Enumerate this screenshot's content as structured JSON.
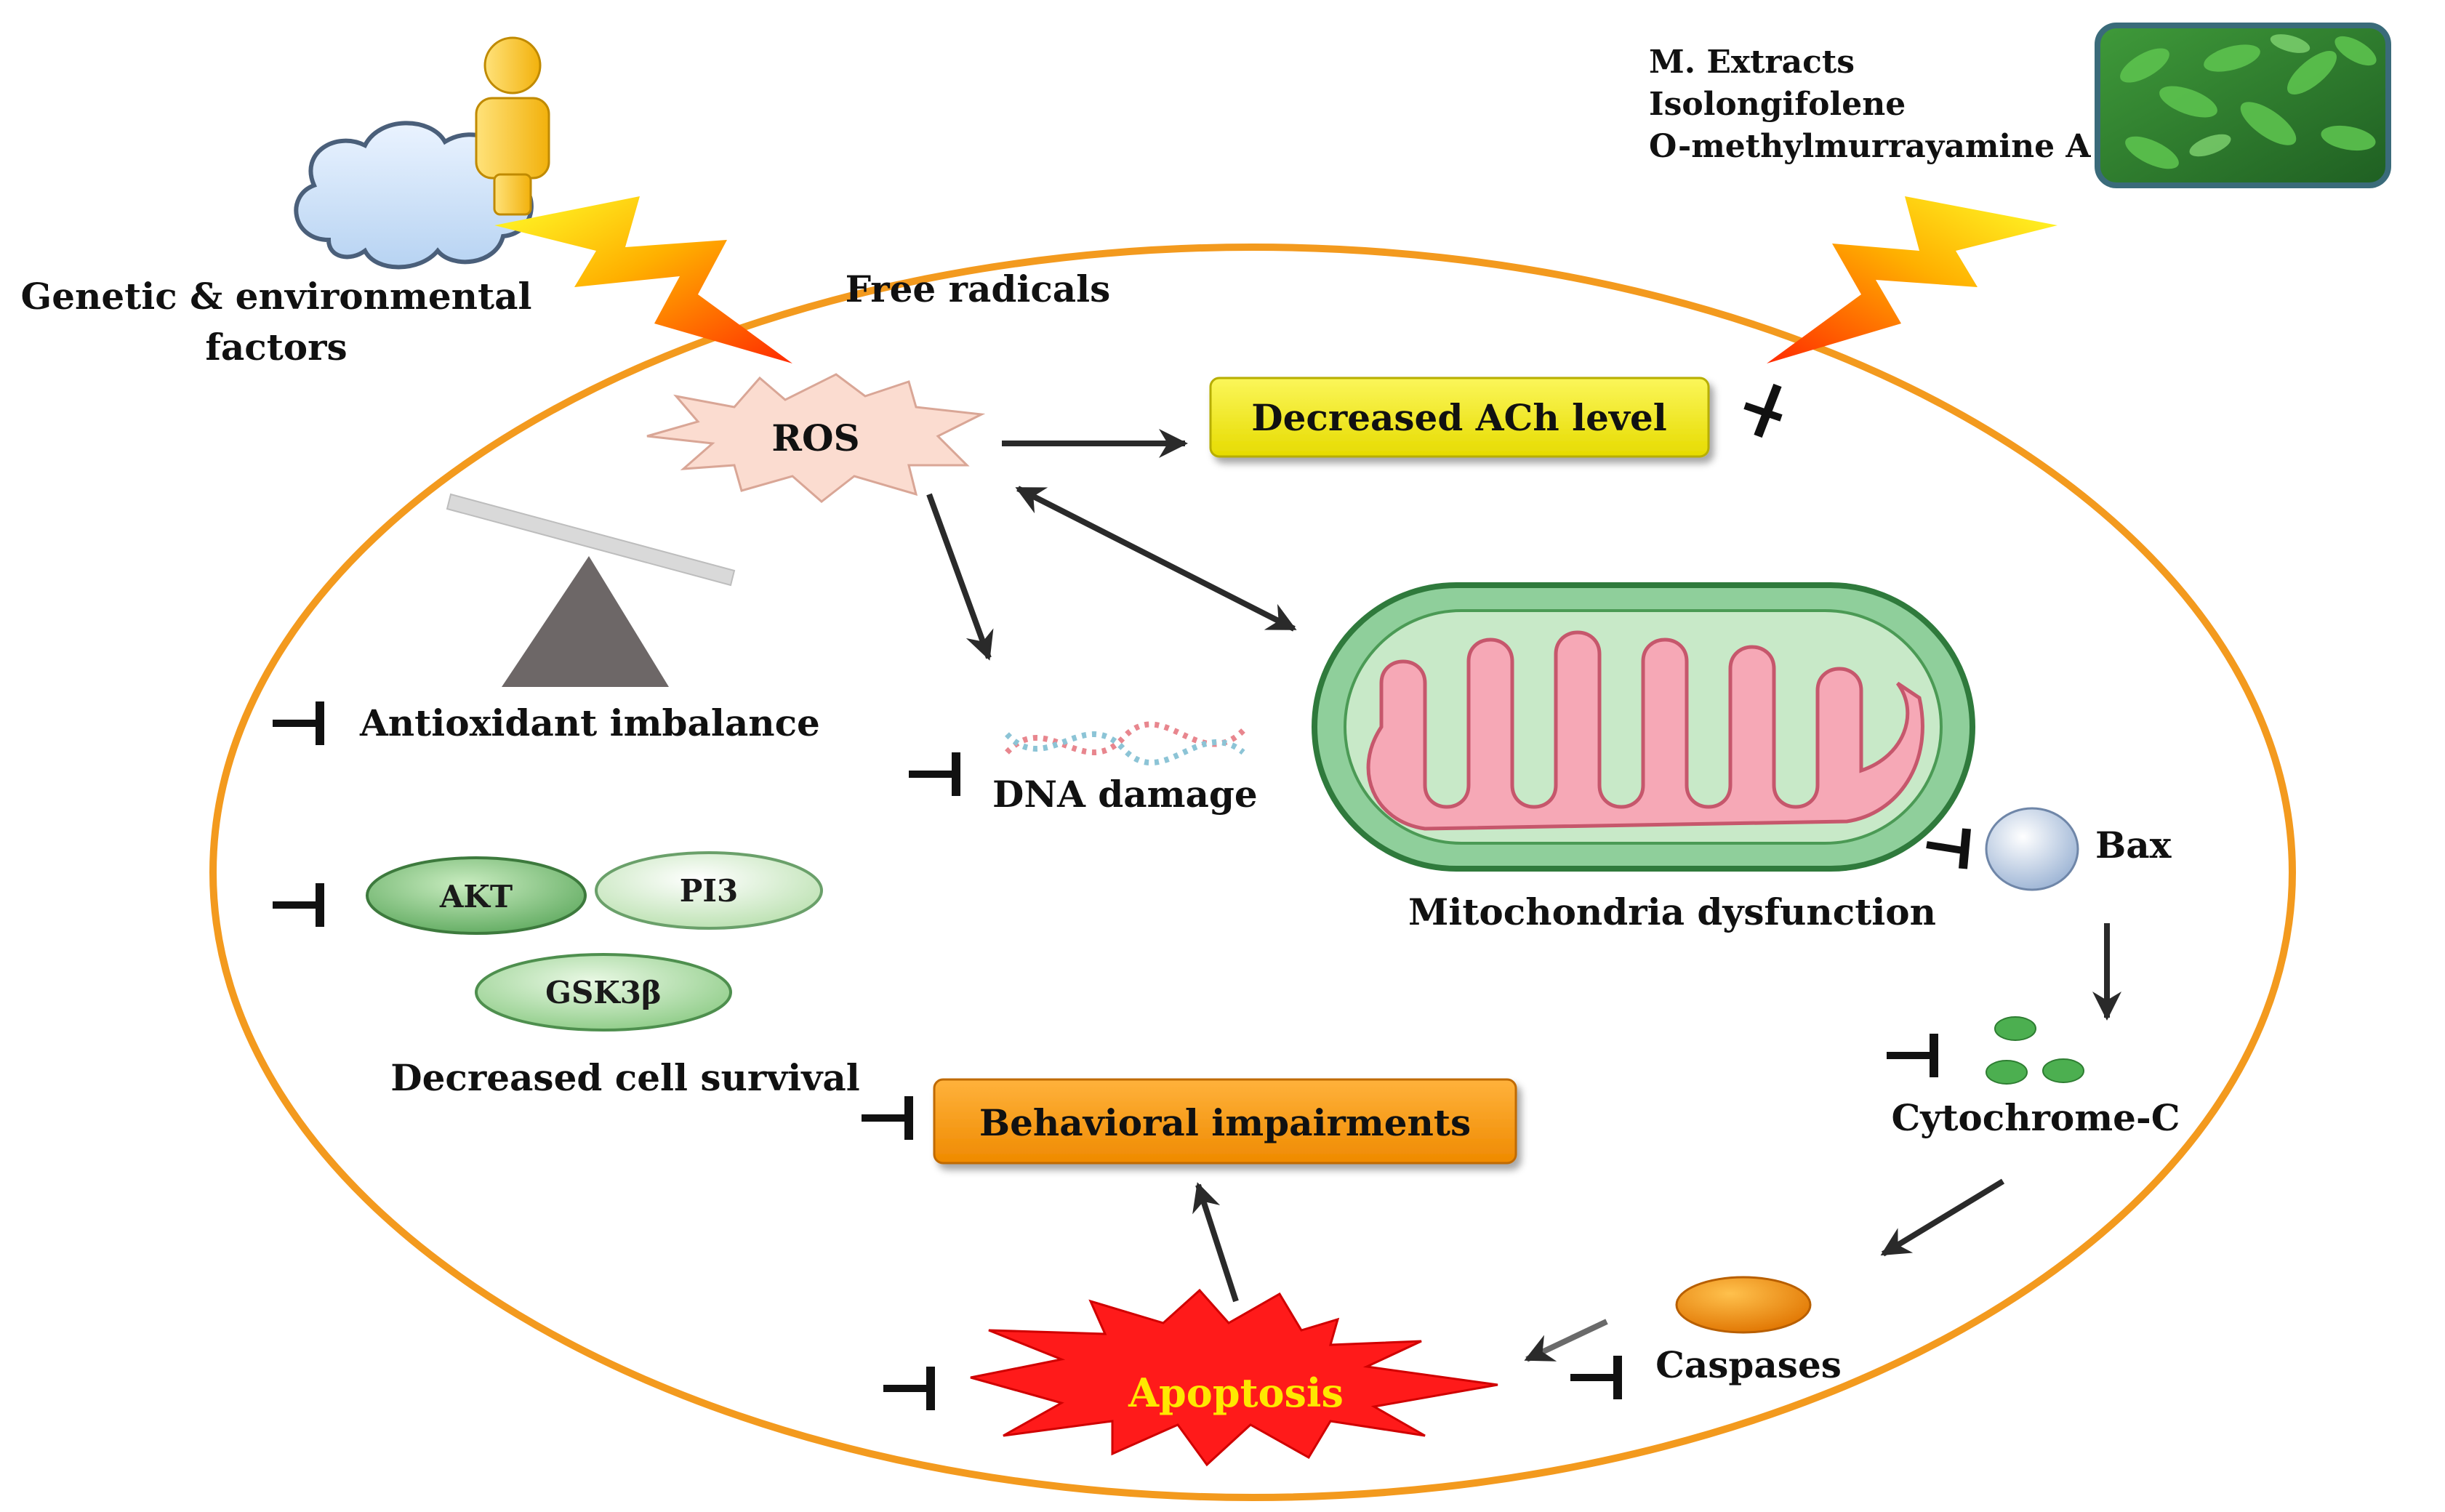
{
  "labels": {
    "genetic_line1": "Genetic & environmental",
    "genetic_line2": "factors",
    "free_radicals": "Free radicals",
    "ros": "ROS",
    "decreased_ach": "Decreased ACh level",
    "extract_1": "M. Extracts",
    "extract_2": "Isolongifolene",
    "extract_3": "O-methylmurrayamine A",
    "antioxidant_imbalance": "Antioxidant imbalance",
    "dna_damage": "DNA damage",
    "mitochondria_dysfunction": "Mitochondria dysfunction",
    "bax": "Bax",
    "akt": "AKT",
    "pi3": "PI3",
    "gsk3b": "GSK3β",
    "decreased_cell_survival": "Decreased cell survival",
    "behavioral_impairments": "Behavioral impairments",
    "cytochrome_c": "Cytochrome-C",
    "caspases": "Caspases",
    "apoptosis": "Apoptosis"
  },
  "colors": {
    "cell_outline": "#f39a1e",
    "ach_box": "#f4ee0c",
    "behavior_box": "#f79a0e",
    "apoptosis_burst": "#ff1a1a",
    "apoptosis_text": "#ffe800",
    "mito_outer": "#8fcf9b",
    "mito_inner": "#f6a8b6",
    "caspase_oval": "#f28a00",
    "cyto_dots": "#4caf50"
  },
  "icons": [
    "cloud-icon",
    "person-icon",
    "lightning-icon",
    "plant-photo",
    "balance-scale-icon",
    "dna-helix-icon",
    "mitochondrion-icon",
    "bax-sphere-icon",
    "inhibition-bar-icon"
  ]
}
